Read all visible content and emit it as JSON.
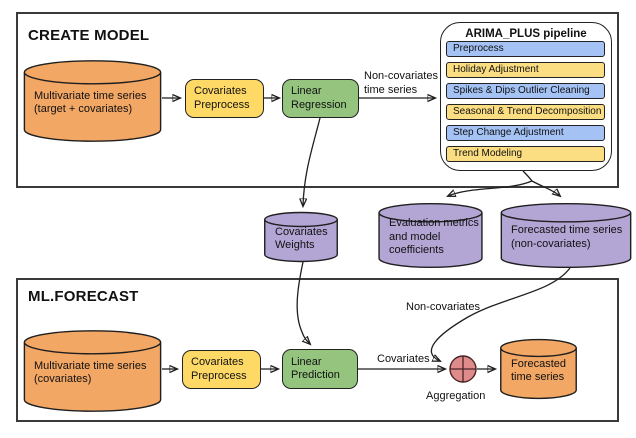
{
  "diagram": {
    "sections": {
      "create_model": {
        "title": "CREATE MODEL"
      },
      "ml_forecast": {
        "title": "ML.FORECAST"
      }
    },
    "pipeline": {
      "title": "ARIMA_PLUS pipeline",
      "steps": [
        {
          "label": "Preprocess",
          "color": "#FBDD82"
        },
        {
          "label": "Holiday Adjustment",
          "color": "#A4C2F4"
        },
        {
          "label": "Spikes & Dips Outlier Cleaning",
          "color": "#FBDD82"
        },
        {
          "label": "Seasonal & Trend Decomposition",
          "color": "#A4C2F4"
        },
        {
          "label": "Step Change Adjustment",
          "color": "#FBDD82"
        },
        {
          "label": "Trend Modeling",
          "color": "#A4C2F4"
        }
      ]
    },
    "nodes": {
      "multivariate_target": {
        "label": "Multivariate time series\n(target + covariates)",
        "shape": "cylinder",
        "color": "#F2A765"
      },
      "covariates_preprocess_1": {
        "label": "Covariates\nPreprocess",
        "shape": "rounded-box",
        "color": "#FFD966"
      },
      "linear_regression": {
        "label": "Linear\nRegression",
        "shape": "rounded-box",
        "color": "#94C47E"
      },
      "covariates_weights": {
        "label": "Covariates\nWeights",
        "shape": "cylinder",
        "color": "#B3A6D5"
      },
      "evaluation_metrics": {
        "label": "Evaluation metrics\nand model\ncoefficients",
        "shape": "cylinder",
        "color": "#B3A6D5"
      },
      "forecasted_noncovariates": {
        "label": "Forecasted time series\n(non-covariates)",
        "shape": "cylinder",
        "color": "#B3A6D5"
      },
      "multivariate_covariates": {
        "label": "Multivariate time series\n(covariates)",
        "shape": "cylinder",
        "color": "#F2A765"
      },
      "covariates_preprocess_2": {
        "label": "Covariates\nPreprocess",
        "shape": "rounded-box",
        "color": "#FFD966"
      },
      "linear_prediction": {
        "label": "Linear\nPrediction",
        "shape": "rounded-box",
        "color": "#94C47E"
      },
      "forecasted_time_series": {
        "label": "Forecasted\ntime series",
        "shape": "cylinder",
        "color": "#F2A765"
      },
      "aggregation_node": {
        "shape": "circle-plus",
        "color": "#E08B8B"
      }
    },
    "edge_labels": {
      "noncovariates_time_series": "Non-covariates\ntime series",
      "noncovariates": "Non-covariates",
      "covariates": "Covariates",
      "aggregation": "Aggregation"
    },
    "colors": {
      "orange": "#F2A765",
      "yellow": "#FFD966",
      "pipeline_yellow": "#FBDD82",
      "blue": "#A4C2F4",
      "green": "#94C47E",
      "purple": "#B3A6D5",
      "red": "#E08B8B",
      "stroke": "#1F1F1F"
    }
  }
}
